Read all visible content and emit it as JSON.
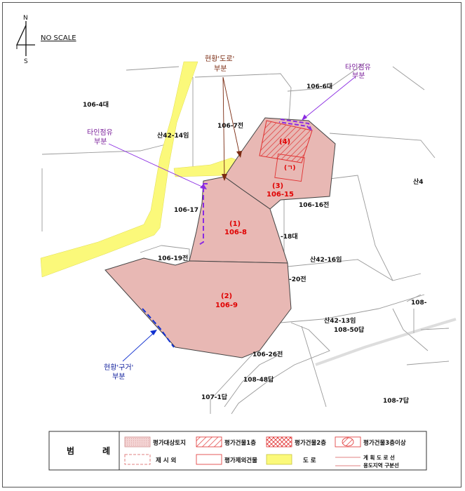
{
  "north_arrow": {
    "n": "N",
    "s": "S"
  },
  "scale_note": "NO SCALE",
  "parcels": {
    "p1": {
      "num": "(1)",
      "lot": "106-8"
    },
    "p2": {
      "num": "(2)",
      "lot": "106-9"
    },
    "p3": {
      "num": "(3)",
      "lot": "106-15"
    },
    "p4": {
      "num": "(4)"
    },
    "g": {
      "num": "(ㄱ)"
    }
  },
  "lot_labels": {
    "l1": "106-4대",
    "l2": "106-6대",
    "l3": "106-7전",
    "l4": "산42-14임",
    "l5": "106-16전",
    "l6": "106-17",
    "l7": "-18대",
    "l8": "산4",
    "l9": "산42-16임",
    "l10": "106-19전",
    "l11": "-20전",
    "l12": "108-",
    "l13": "산42-13임",
    "l14": "108-50답",
    "l15": "106-26전",
    "l16": "108-48답",
    "l17": "107-1답",
    "l18": "108-7답"
  },
  "annotations": {
    "road_top": "현황'도로'",
    "road_bottom": "부분",
    "occupy_left_top": "타인점유",
    "occupy_left_bottom": "부분",
    "occupy_right_top": "타인점유",
    "occupy_right_bottom": "부분",
    "ditch_top": "현황'구거'",
    "ditch_bottom": "부분"
  },
  "legend": {
    "title_a": "범",
    "title_b": "례",
    "items": [
      "평가대상토지",
      "평가건물1층",
      "평가건물2층",
      "평가건물3층이상",
      "제 시 외",
      "평가제외건물",
      "도    로",
      "계 획 도 로 선",
      "용도지역 구분선"
    ]
  },
  "colors": {
    "parcel_fill": "#e8b8b4",
    "parcel_stroke": "#444444",
    "road": "#fbf97a",
    "hatch": "#e03030",
    "dashed_purple": "#8a2be2",
    "dashed_blue": "#1030d0"
  }
}
